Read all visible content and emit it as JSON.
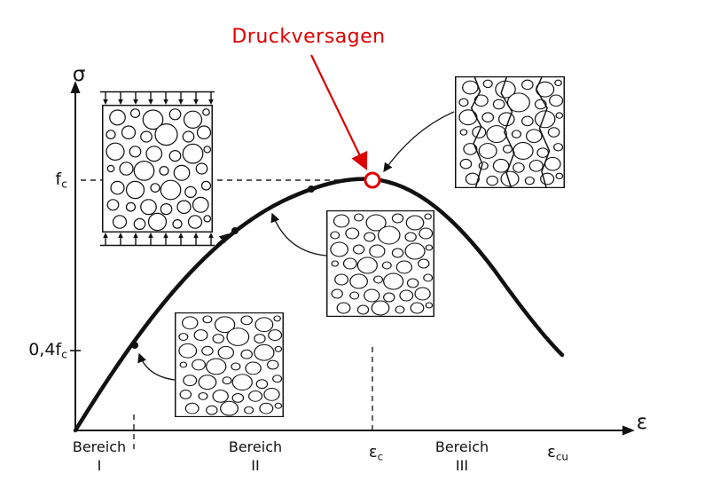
{
  "annotation": {
    "label": "Druckversagen"
  },
  "axis": {
    "y": "σ",
    "x": "ε"
  },
  "ticks": {
    "fc": {
      "base": "f",
      "sub": "c"
    },
    "fc04": {
      "base": "0,4f",
      "sub": "c"
    },
    "eps_c": {
      "base": "ε",
      "sub": "c"
    },
    "eps_cu": {
      "base": "ε",
      "sub": "cu"
    }
  },
  "regions": [
    {
      "name": "Bereich",
      "numeral": "I"
    },
    {
      "name": "Bereich",
      "numeral": "II"
    },
    {
      "name": "Bereich",
      "numeral": "III"
    }
  ],
  "colors": {
    "curve": "#111111",
    "annotation_red": "#dd0000"
  },
  "icons": {
    "load_arrows": "compression-load-arrows-icon",
    "aggregate": "concrete-aggregate-pattern",
    "failure_marker": "open-circle-failure-marker"
  }
}
